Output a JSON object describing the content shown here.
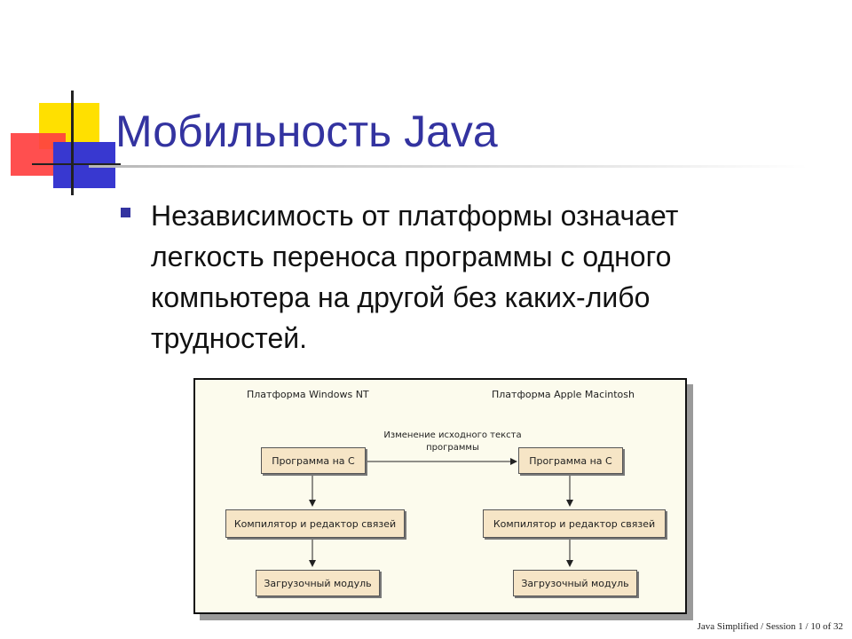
{
  "slide": {
    "title": "Мобильность Java",
    "bullets": [
      "Независимость от платформы означает легкость переноса программы с одного компьютера на другой без каких-либо трудностей."
    ]
  },
  "diagram": {
    "left_platform": "Платформа Windows NT",
    "right_platform": "Платформа Apple Macintosh",
    "change_label": "Изменение исходного текста программы",
    "left_boxes": [
      "Программа на С",
      "Компилятор и редактор связей",
      "Загрузочный модуль"
    ],
    "right_boxes": [
      "Программа на С",
      "Компилятор и редактор связей",
      "Загрузочный модуль"
    ]
  },
  "footer": {
    "text": "Java Simplified / Session 1 / 10 of 32"
  },
  "colors": {
    "title": "#3333a0",
    "bullet": "#3333a0",
    "logo": [
      "#ffe000",
      "#ff3b3b",
      "#3b3bd6"
    ],
    "diagram_background": "#fcfbed",
    "box_fill": "#f6e5c6"
  }
}
